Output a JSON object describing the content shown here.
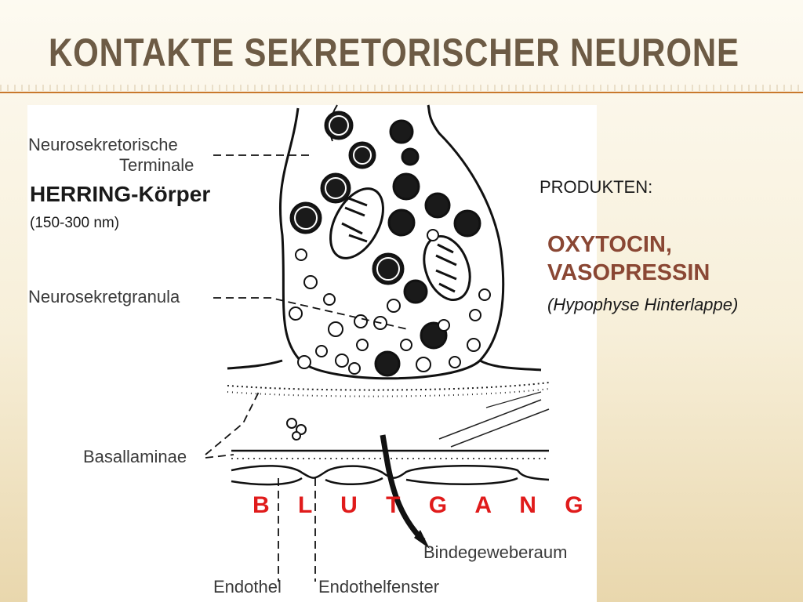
{
  "slide": {
    "title": "KONTAKTE SEKRETORISCHER NEURONE"
  },
  "diagram": {
    "labels": {
      "terminal_line1": "Neurosekretorische",
      "terminal_line2": "Terminale",
      "granula": "Neurosekretgranula",
      "basallaminae": "Basallaminae",
      "bindegewebe": "Bindegeweberaum",
      "endothel": "Endothel",
      "endothelfenster": "Endothelfenster"
    },
    "herring": "HERRING-Körper",
    "herring_size": "(150-300 nm)",
    "blutgang": "B L U T G A N G"
  },
  "products": {
    "heading": "PRODUKTEN:",
    "line1": "OXYTOCIN,",
    "line2": "VASOPRESSIN",
    "location": "(Hypophyse Hinterlappe)"
  },
  "colors": {
    "title": "#6d5b45",
    "rule": "#c8782c",
    "products": "#8a4734",
    "blutgang": "#e01b1b"
  }
}
